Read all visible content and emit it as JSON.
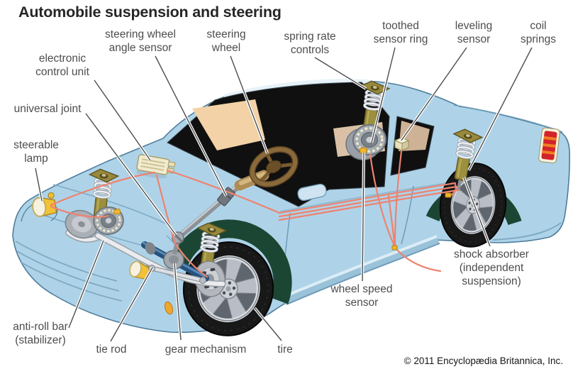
{
  "title": "Automobile suspension and steering",
  "copyright": "© 2011 Encyclopædia Britannica, Inc.",
  "labels": {
    "electronic_control_unit": "electronic\ncontrol unit",
    "steering_wheel_angle_sensor": "steering wheel\nangle sensor",
    "steering_wheel": "steering\nwheel",
    "spring_rate_controls": "spring rate\ncontrols",
    "toothed_sensor_ring": "toothed\nsensor ring",
    "leveling_sensor": "leveling\nsensor",
    "coil_springs": "coil\nsprings",
    "universal_joint": "universal joint",
    "steerable_lamp": "steerable\nlamp",
    "anti_roll_bar": "anti-roll bar\n(stabilizer)",
    "tie_rod": "tie rod",
    "gear_mechanism": "gear mechanism",
    "tire": "tire",
    "wheel_speed_sensor": "wheel speed\nsensor",
    "shock_absorber": "shock absorber\n(independent suspension)"
  },
  "colors": {
    "body": "#aed3e8",
    "body_outline": "#4f7d9b",
    "glass": "#101010",
    "dashboard": "#f2d2a6",
    "wire": "#ee8270",
    "strut": "#9c8f3d",
    "ecu": "#f0ead0",
    "lamp": "#f1c136",
    "tire": "#181818",
    "rim": "#c6cbd2",
    "wheel_well": "#1c4634",
    "tail_light": "#d3232a",
    "leader_line": "#4d4d4f",
    "label_text": "#4d4d4f",
    "title_text": "#262626"
  }
}
